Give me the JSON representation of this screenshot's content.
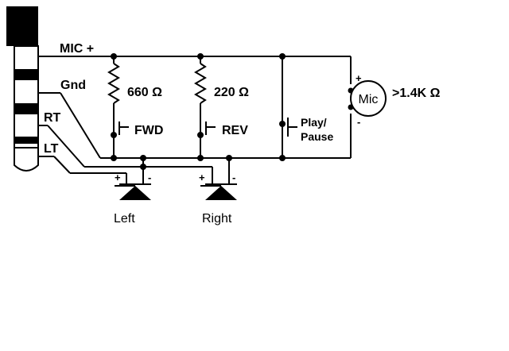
{
  "labels": {
    "mic_plus": "MIC +",
    "gnd": "Gnd",
    "rt": "RT",
    "lt": "LT",
    "r1": "660 Ω",
    "r2": "220 Ω",
    "fwd": "FWD",
    "rev": "REV",
    "play": "Play/",
    "pause": "Pause",
    "mic": "Mic",
    "mic_impedance": ">1.4K Ω",
    "left": "Left",
    "right": "Right",
    "plus": "+",
    "minus": "-"
  }
}
